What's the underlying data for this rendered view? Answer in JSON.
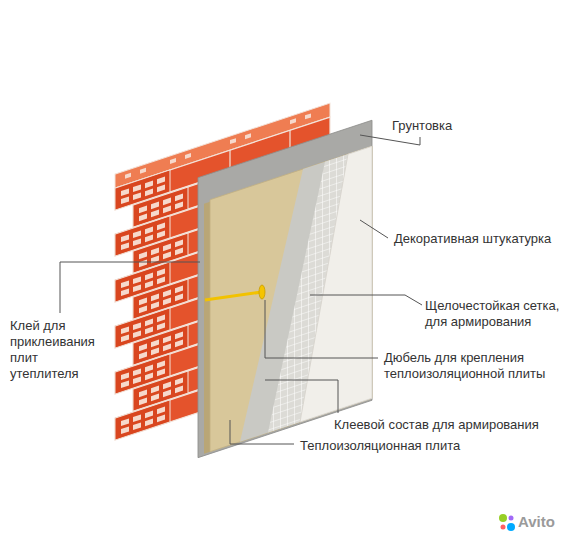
{
  "diagram": {
    "labels": [
      "Грунтовка",
      "Декоративная штукатурка",
      "Щелочестойкая сетка, для армирования",
      "Клей для приклеивания плит утеплителя",
      "Дюбель для крепления теплоизоляционной плиты",
      "Клеевой состав для армирования",
      "Теплоизоляционная плита",
      "Avito"
    ]
  }
}
